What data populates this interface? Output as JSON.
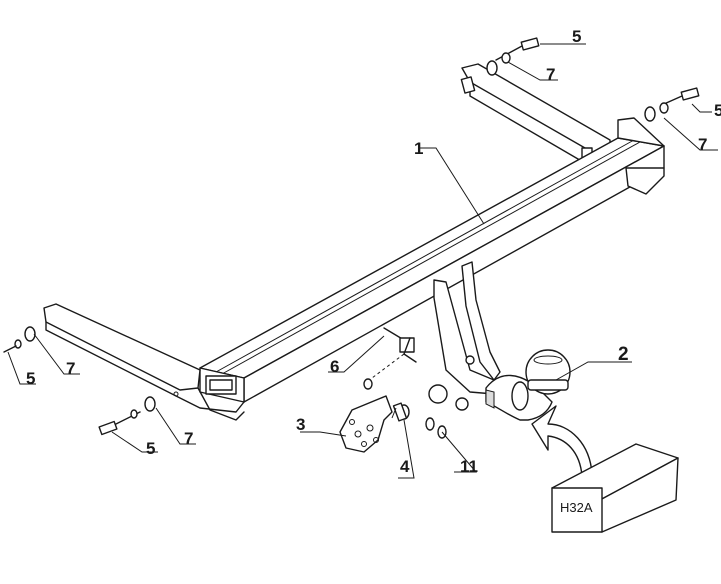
{
  "labels": {
    "towbar": "1",
    "ball": "2",
    "socket_plate": "3",
    "part_4": "4",
    "bolt_top": "5",
    "bolt_right": "5",
    "bolt_left": "5",
    "bolt_bottom": "5",
    "part_6": "6",
    "washer_top": "7",
    "washer_right": "7",
    "washer_left": "7",
    "washer_bottom": "7",
    "part_11": "11"
  },
  "box_code": "H32A"
}
